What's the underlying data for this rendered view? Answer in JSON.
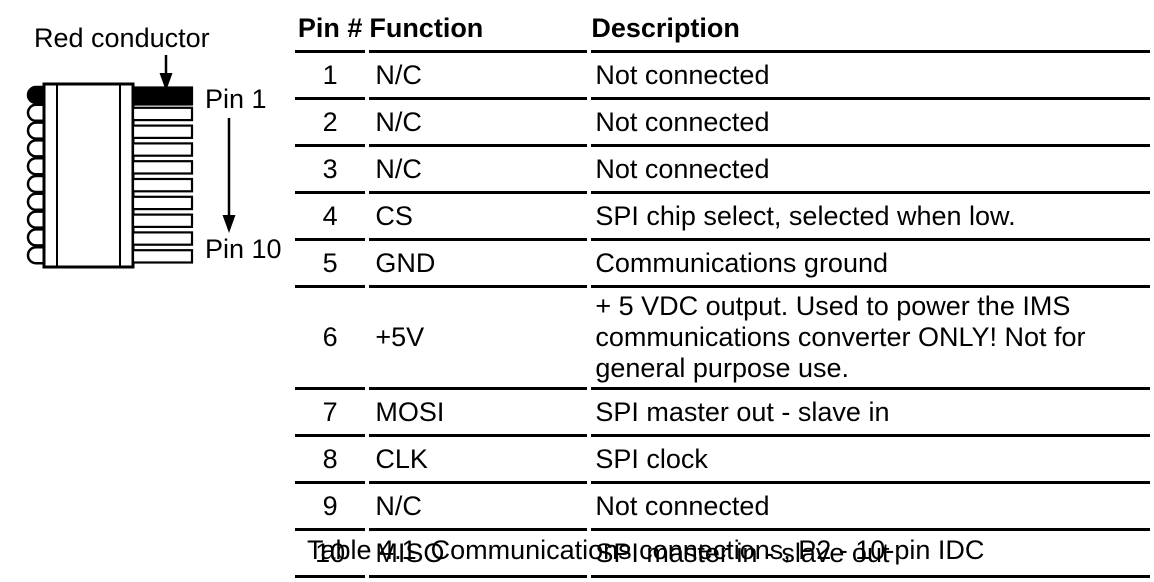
{
  "colors": {
    "ink": "#000000",
    "paper": "#ffffff"
  },
  "figure": {
    "red_conductor_label": "Red conductor",
    "pin1_label": "Pin 1",
    "pin10_label": "Pin 10"
  },
  "table": {
    "columns": [
      "Pin #",
      "Function",
      "Description"
    ],
    "rows": [
      {
        "pin": "1",
        "function": "N/C",
        "description": "Not connected"
      },
      {
        "pin": "2",
        "function": "N/C",
        "description": "Not connected"
      },
      {
        "pin": "3",
        "function": "N/C",
        "description": "Not connected"
      },
      {
        "pin": "4",
        "function": "CS",
        "description": "SPI chip select, selected when low."
      },
      {
        "pin": "5",
        "function": "GND",
        "description": "Communications ground"
      },
      {
        "pin": "6",
        "function": "+5V",
        "description": "+ 5 VDC output. Used to power the IMS communications converter ONLY! Not for general purpose use."
      },
      {
        "pin": "7",
        "function": "MOSI",
        "description": "SPI master out - slave in"
      },
      {
        "pin": "8",
        "function": "CLK",
        "description": "SPI clock"
      },
      {
        "pin": "9",
        "function": "N/C",
        "description": "Not connected"
      },
      {
        "pin": "10",
        "function": "MISO",
        "description": "SPI master in - slave out"
      }
    ],
    "caption": {
      "label": "Table 4.1",
      "text": "Communications connections, P2 - 10-pin IDC"
    }
  }
}
